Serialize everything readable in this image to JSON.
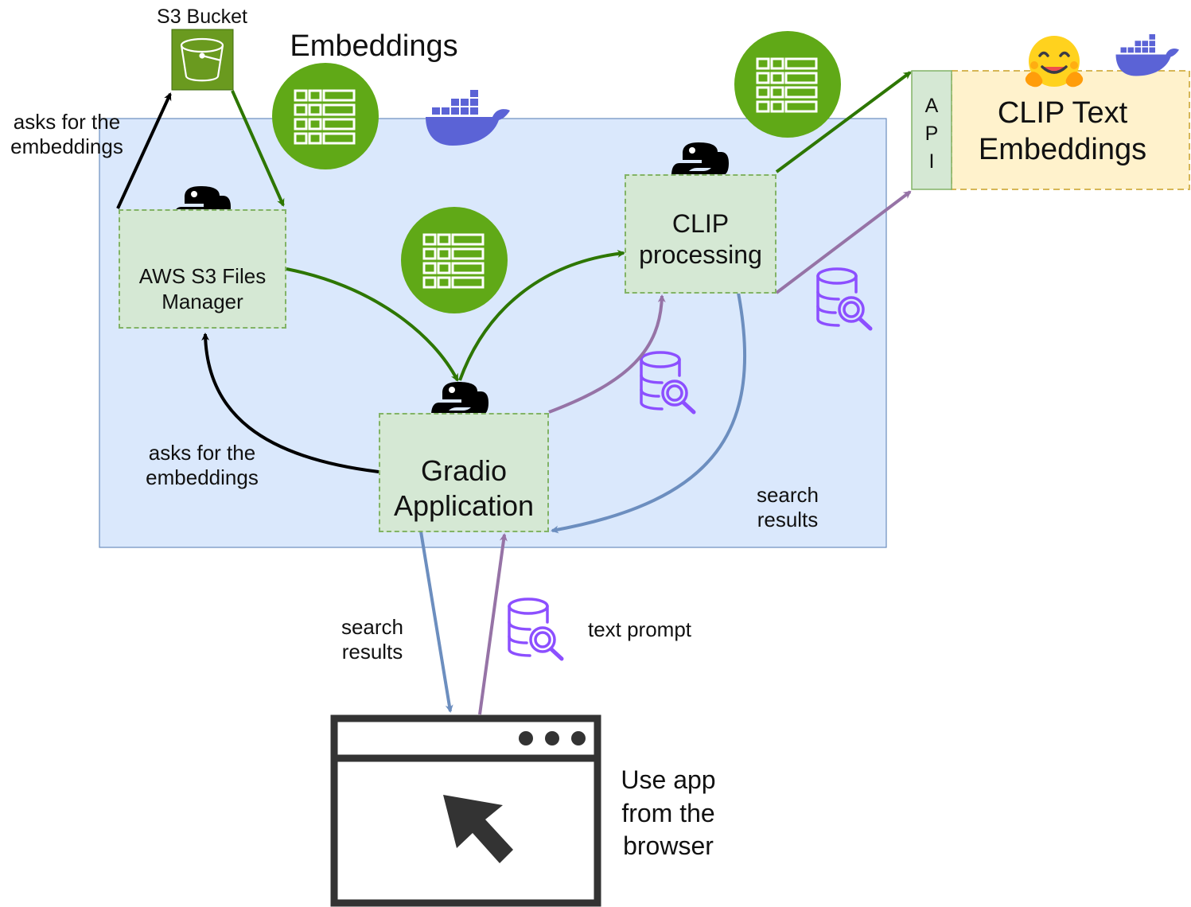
{
  "nodes": {
    "s3_bucket": "S3 Bucket",
    "embeddings_title": "Embeddings",
    "aws_manager": "AWS S3 Files\nManager",
    "gradio_app": "Gradio\nApplication",
    "clip_processing": "CLIP\nprocessing",
    "api": "A\nP\nI",
    "clip_text_embeddings": "CLIP Text\nEmbeddings",
    "browser_caption": "Use app\nfrom the\nbrowser"
  },
  "edge_labels": {
    "asks_top": "asks for the\nembeddings",
    "asks_bottom": "asks for the\nembeddings",
    "search_results_right": "search\nresults",
    "search_results_bottom": "search\nresults",
    "text_prompt": "text prompt"
  },
  "icons": {
    "python": "python-logo-icon",
    "table": "table-grid-icon",
    "docker": "docker-whale-icon",
    "database_search": "database-search-icon",
    "bucket": "s3-bucket-icon",
    "hugging_face": "hugging-face-emoji-icon",
    "cursor": "mouse-cursor-arrow-icon"
  },
  "colors": {
    "container_fill": "#dae8fc",
    "container_stroke": "#6c8ebf",
    "node_fill": "#d5e8d4",
    "node_stroke": "#82b366",
    "api_fill": "#fff2cc",
    "api_stroke": "#d6b656",
    "green_arrow": "#2d7600",
    "black_arrow": "#000000",
    "blue_arrow": "#6c8ebf",
    "purple_arrow": "#9673a6",
    "db_icon": "#8c4fff",
    "docker": "#5b63d6",
    "table_circle": "#60a917",
    "bucket_fill": "#6a9a1f"
  }
}
